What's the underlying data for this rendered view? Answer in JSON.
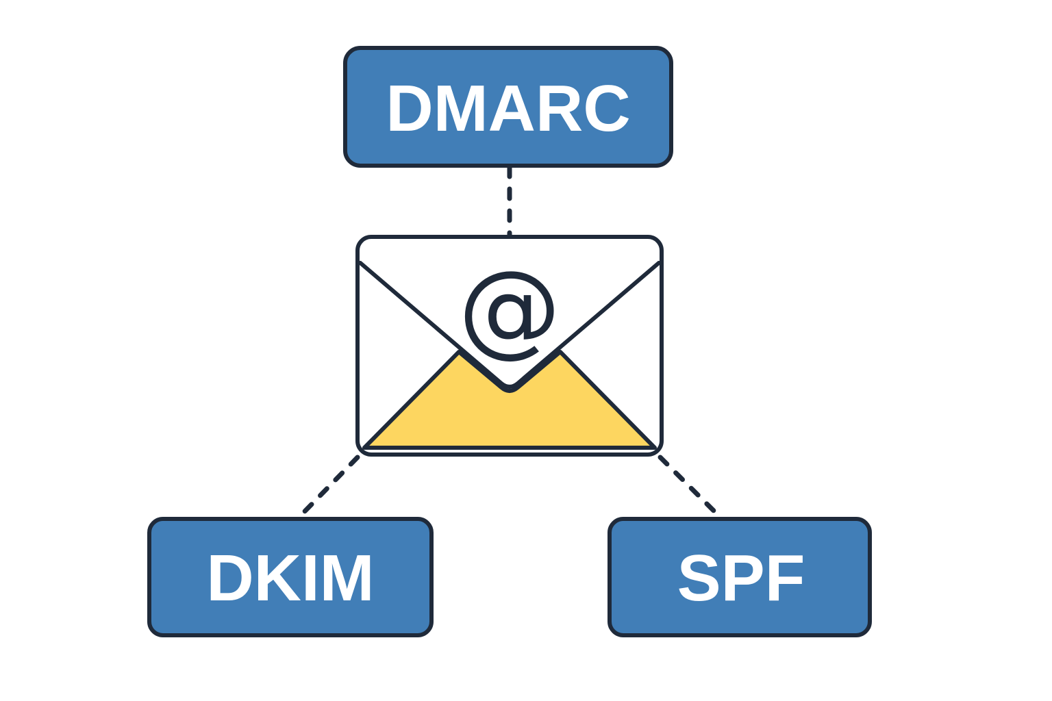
{
  "colors": {
    "box_fill": "#417eb7",
    "outline": "#1f2a3a",
    "flap_fill": "#fdd660",
    "envelope_fill": "#ffffff",
    "label": "#ffffff",
    "background": "#ffffff"
  },
  "center": {
    "icon": "envelope-icon",
    "symbol": "@"
  },
  "nodes": {
    "dmarc": {
      "label": "DMARC"
    },
    "dkim": {
      "label": "DKIM"
    },
    "spf": {
      "label": "SPF"
    }
  },
  "edges": [
    {
      "from": "dmarc",
      "to": "center",
      "style": "dashed"
    },
    {
      "from": "center",
      "to": "dkim",
      "style": "dashed"
    },
    {
      "from": "center",
      "to": "spf",
      "style": "dashed"
    }
  ]
}
